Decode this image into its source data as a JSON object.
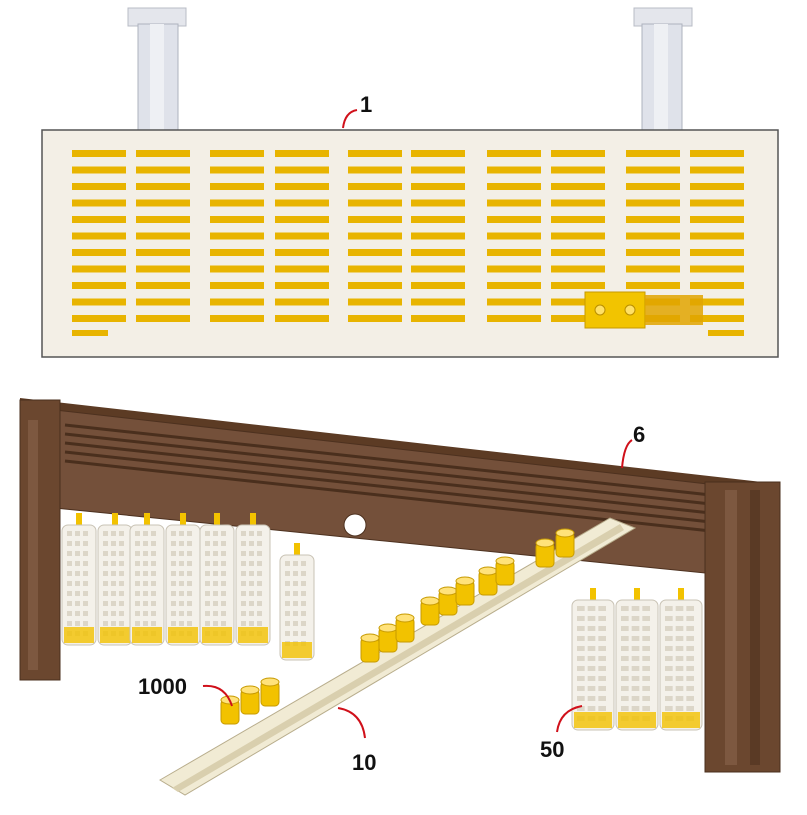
{
  "callouts": {
    "top_panel": "1",
    "brown_frame": "6",
    "cups": "1000",
    "cup_bar": "10",
    "cages": "50"
  },
  "colors": {
    "panel": "#f3efe6",
    "slot": "#e8b400",
    "frame": "#6e4a2f",
    "cup": "#f2c200",
    "leader": "#d0101a"
  }
}
